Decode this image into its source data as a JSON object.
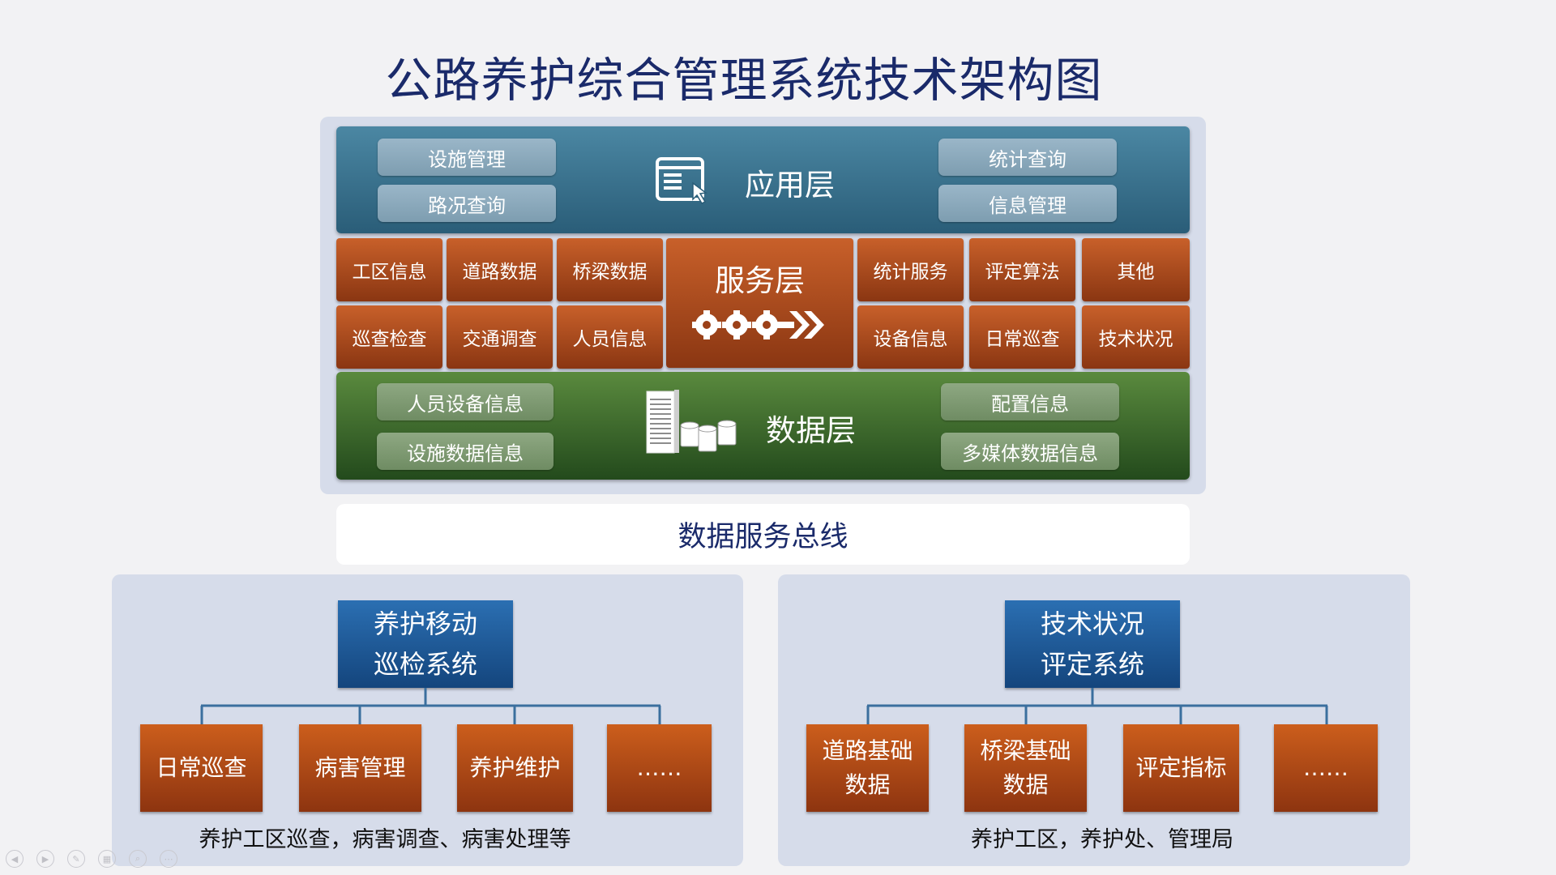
{
  "title": "公路养护综合管理系统技术架构图",
  "app_layer": {
    "name": "应用层",
    "left_items": [
      "设施管理",
      "路况查询"
    ],
    "right_items": [
      "统计查询",
      "信息管理"
    ],
    "icon": "application-window-icon"
  },
  "service_layer": {
    "name": "服务层",
    "icon": "gears-arrow-icon",
    "left_row1": [
      "工区信息",
      "道路数据",
      "桥梁数据"
    ],
    "left_row2": [
      "巡查检查",
      "交通调查",
      "人员信息"
    ],
    "right_row1": [
      "统计服务",
      "评定算法",
      "其他"
    ],
    "right_row2": [
      "设备信息",
      "日常巡查",
      "技术状况"
    ]
  },
  "data_layer": {
    "name": "数据层",
    "icon": "server-database-icon",
    "left_items": [
      "人员设备信息",
      "设施数据信息"
    ],
    "right_items": [
      "配置信息",
      "多媒体数据信息"
    ]
  },
  "bus": "数据服务总线",
  "left_system": {
    "title_line1": "养护移动",
    "title_line2": "巡检系统",
    "modules": [
      {
        "line1": "日常巡查",
        "line2": ""
      },
      {
        "line1": "病害管理",
        "line2": ""
      },
      {
        "line1": "养护维护",
        "line2": ""
      },
      {
        "line1": "……",
        "line2": ""
      }
    ],
    "note": "养护工区巡查，病害调查、病害处理等"
  },
  "right_system": {
    "title_line1": "技术状况",
    "title_line2": "评定系统",
    "modules": [
      {
        "line1": "道路基础",
        "line2": "数据"
      },
      {
        "line1": "桥梁基础",
        "line2": "数据"
      },
      {
        "line1": "评定指标",
        "line2": ""
      },
      {
        "line1": "……",
        "line2": ""
      }
    ],
    "note": "养护工区，养护处、管理局"
  },
  "colors": {
    "title": "#1a2a6a",
    "app_layer": "#3a7390",
    "service_block": "#b0501e",
    "data_layer": "#3d6a2c",
    "system_box": "#1f5a99",
    "panel": "#d6dcea"
  }
}
